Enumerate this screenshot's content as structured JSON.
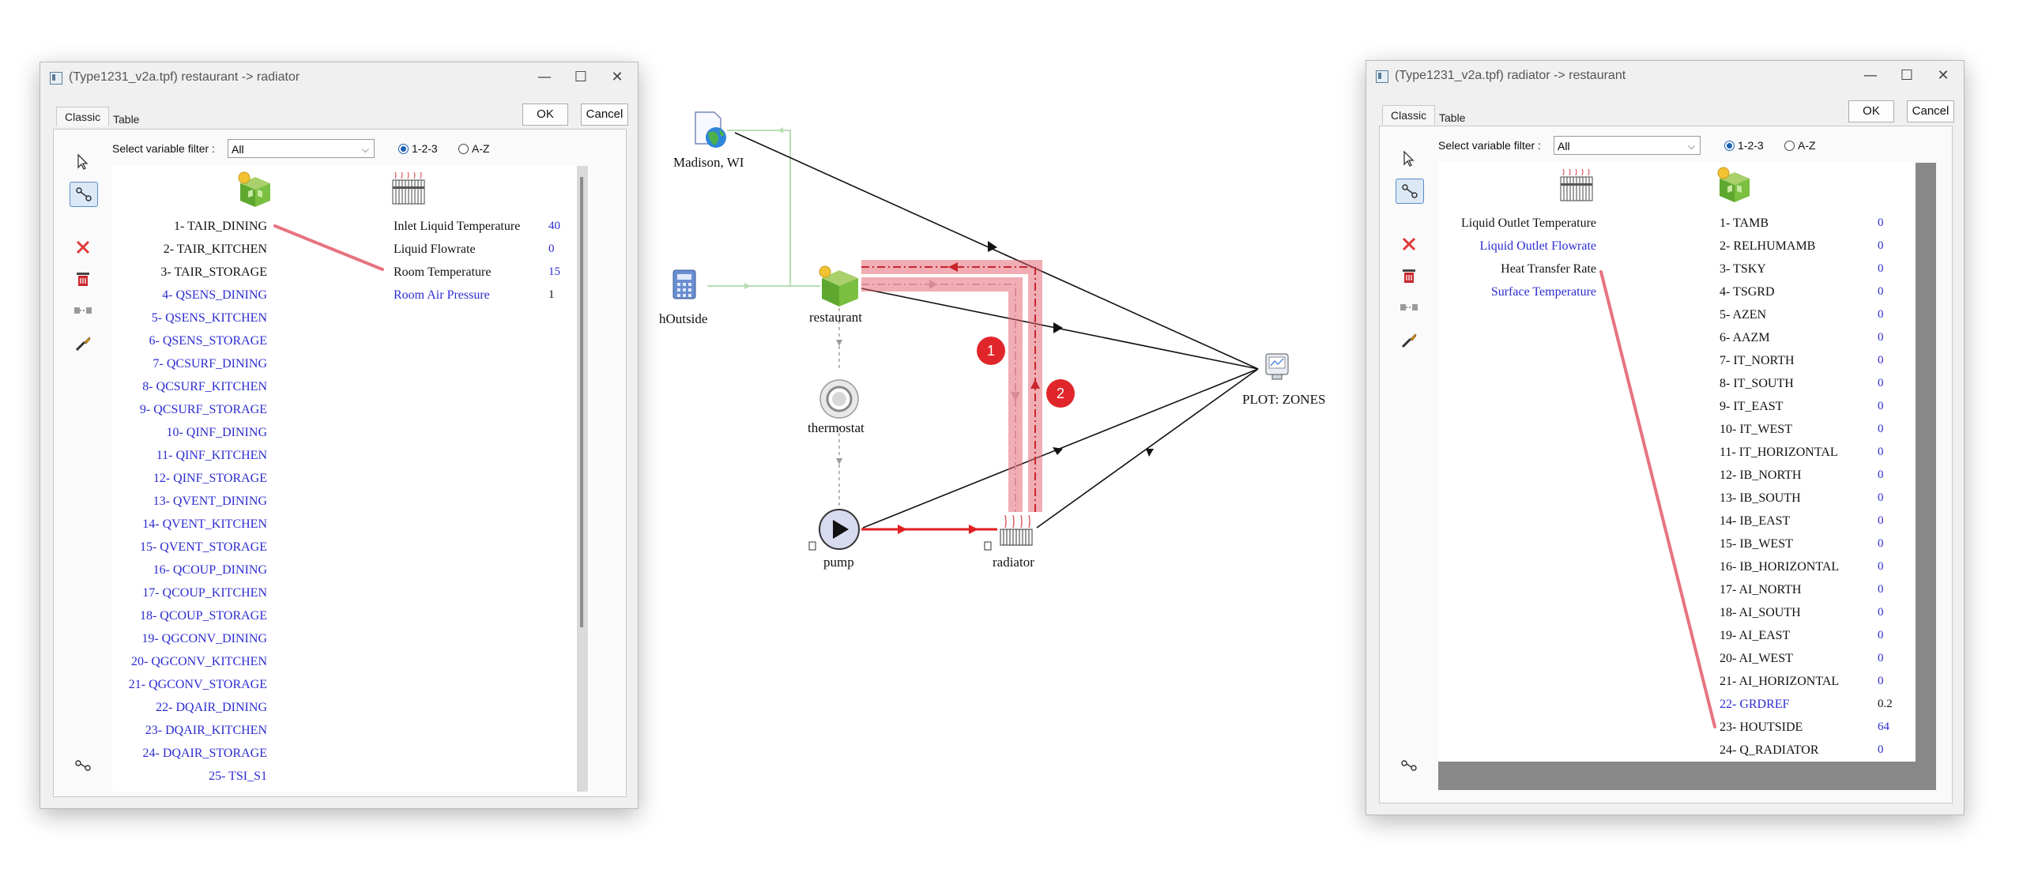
{
  "left_dialog": {
    "title": "(Type1231_v2a.tpf) restaurant -> radiator",
    "tabs": [
      "Classic",
      "Table"
    ],
    "ok": "OK",
    "cancel": "Cancel",
    "filter_label": "Select variable filter :",
    "filter_value": "All",
    "sort_options": [
      "1-2-3",
      "A-Z"
    ],
    "outputs": [
      {
        "label": "1- TAIR_DINING",
        "color": "black"
      },
      {
        "label": "2- TAIR_KITCHEN",
        "color": "black"
      },
      {
        "label": "3- TAIR_STORAGE",
        "color": "black"
      },
      {
        "label": "4- QSENS_DINING",
        "color": "blue"
      },
      {
        "label": "5- QSENS_KITCHEN",
        "color": "blue"
      },
      {
        "label": "6- QSENS_STORAGE",
        "color": "blue"
      },
      {
        "label": "7- QCSURF_DINING",
        "color": "blue"
      },
      {
        "label": "8- QCSURF_KITCHEN",
        "color": "blue"
      },
      {
        "label": "9- QCSURF_STORAGE",
        "color": "blue"
      },
      {
        "label": "10- QINF_DINING",
        "color": "blue"
      },
      {
        "label": "11- QINF_KITCHEN",
        "color": "blue"
      },
      {
        "label": "12- QINF_STORAGE",
        "color": "blue"
      },
      {
        "label": "13- QVENT_DINING",
        "color": "blue"
      },
      {
        "label": "14- QVENT_KITCHEN",
        "color": "blue"
      },
      {
        "label": "15- QVENT_STORAGE",
        "color": "blue"
      },
      {
        "label": "16- QCOUP_DINING",
        "color": "blue"
      },
      {
        "label": "17- QCOUP_KITCHEN",
        "color": "blue"
      },
      {
        "label": "18- QCOUP_STORAGE",
        "color": "blue"
      },
      {
        "label": "19- QGCONV_DINING",
        "color": "blue"
      },
      {
        "label": "20- QGCONV_KITCHEN",
        "color": "blue"
      },
      {
        "label": "21- QGCONV_STORAGE",
        "color": "blue"
      },
      {
        "label": "22- DQAIR_DINING",
        "color": "blue"
      },
      {
        "label": "23- DQAIR_KITCHEN",
        "color": "blue"
      },
      {
        "label": "24- DQAIR_STORAGE",
        "color": "blue"
      },
      {
        "label": "25- TSI_S1",
        "color": "blue"
      }
    ],
    "inputs": [
      {
        "label": "Inlet Liquid Temperature",
        "value": "40",
        "color": "black",
        "value_color": "blue"
      },
      {
        "label": "Liquid Flowrate",
        "value": "0",
        "color": "black",
        "value_color": "blue"
      },
      {
        "label": "Room Temperature",
        "value": "15",
        "color": "black",
        "value_color": "blue"
      },
      {
        "label": "Room Air Pressure",
        "value": "1",
        "color": "blue",
        "value_color": "black"
      }
    ]
  },
  "right_dialog": {
    "title": "(Type1231_v2a.tpf) radiator -> restaurant",
    "tabs": [
      "Classic",
      "Table"
    ],
    "ok": "OK",
    "cancel": "Cancel",
    "filter_label": "Select variable filter :",
    "filter_value": "All",
    "sort_options": [
      "1-2-3",
      "A-Z"
    ],
    "outputs": [
      {
        "label": "Liquid Outlet Temperature",
        "color": "black"
      },
      {
        "label": "Liquid Outlet Flowrate",
        "color": "blue"
      },
      {
        "label": "Heat Transfer Rate",
        "color": "black"
      },
      {
        "label": "Surface Temperature",
        "color": "blue"
      }
    ],
    "inputs": [
      {
        "label": "1- TAMB",
        "value": "0",
        "color": "black",
        "value_color": "blue"
      },
      {
        "label": "2- RELHUMAMB",
        "value": "0",
        "color": "black",
        "value_color": "blue"
      },
      {
        "label": "3- TSKY",
        "value": "0",
        "color": "black",
        "value_color": "blue"
      },
      {
        "label": "4- TSGRD",
        "value": "0",
        "color": "black",
        "value_color": "blue"
      },
      {
        "label": "5- AZEN",
        "value": "0",
        "color": "black",
        "value_color": "blue"
      },
      {
        "label": "6- AAZM",
        "value": "0",
        "color": "black",
        "value_color": "blue"
      },
      {
        "label": "7- IT_NORTH",
        "value": "0",
        "color": "black",
        "value_color": "blue"
      },
      {
        "label": "8- IT_SOUTH",
        "value": "0",
        "color": "black",
        "value_color": "blue"
      },
      {
        "label": "9- IT_EAST",
        "value": "0",
        "color": "black",
        "value_color": "blue"
      },
      {
        "label": "10- IT_WEST",
        "value": "0",
        "color": "black",
        "value_color": "blue"
      },
      {
        "label": "11- IT_HORIZONTAL",
        "value": "0",
        "color": "black",
        "value_color": "blue"
      },
      {
        "label": "12- IB_NORTH",
        "value": "0",
        "color": "black",
        "value_color": "blue"
      },
      {
        "label": "13- IB_SOUTH",
        "value": "0",
        "color": "black",
        "value_color": "blue"
      },
      {
        "label": "14- IB_EAST",
        "value": "0",
        "color": "black",
        "value_color": "blue"
      },
      {
        "label": "15- IB_WEST",
        "value": "0",
        "color": "black",
        "value_color": "blue"
      },
      {
        "label": "16- IB_HORIZONTAL",
        "value": "0",
        "color": "black",
        "value_color": "blue"
      },
      {
        "label": "17- AI_NORTH",
        "value": "0",
        "color": "black",
        "value_color": "blue"
      },
      {
        "label": "18- AI_SOUTH",
        "value": "0",
        "color": "black",
        "value_color": "blue"
      },
      {
        "label": "19- AI_EAST",
        "value": "0",
        "color": "black",
        "value_color": "blue"
      },
      {
        "label": "20- AI_WEST",
        "value": "0",
        "color": "black",
        "value_color": "blue"
      },
      {
        "label": "21- AI_HORIZONTAL",
        "value": "0",
        "color": "black",
        "value_color": "blue"
      },
      {
        "label": "22- GRDREF",
        "value": "0.2",
        "color": "blue",
        "value_color": "black"
      },
      {
        "label": "23- HOUTSIDE",
        "value": "64",
        "color": "black",
        "value_color": "blue"
      },
      {
        "label": "24- Q_RADIATOR",
        "value": "0",
        "color": "black",
        "value_color": "blue"
      }
    ]
  },
  "diagram": {
    "nodes": {
      "weather": "Madison, WI",
      "houtside": "hOutside",
      "restaurant": "restaurant",
      "thermostat": "thermostat",
      "pump": "pump",
      "radiator": "radiator",
      "plotter": "PLOT: ZONES"
    },
    "badges": [
      "1",
      "2"
    ]
  },
  "colors": {
    "link_highlight": "#e35b6a",
    "badge": "#e0262b",
    "blue_text": "#2c2cd0",
    "pipe": "#e02020"
  }
}
